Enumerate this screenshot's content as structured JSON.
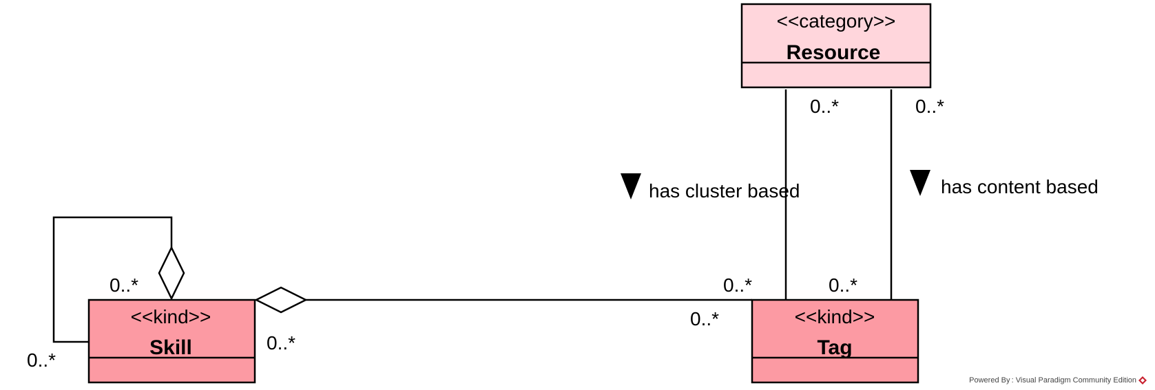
{
  "classes": {
    "resource": {
      "stereotype": "<<category>>",
      "name": "Resource",
      "fill": "#ffd6dc"
    },
    "skill": {
      "stereotype": "<<kind>>",
      "name": "Skill",
      "fill": "#fc9aa3"
    },
    "tag": {
      "stereotype": "<<kind>>",
      "name": "Tag",
      "fill": "#fc9aa3"
    }
  },
  "associations": {
    "cluster_based": {
      "name": "has cluster based",
      "direction_icon": "triangle-down-icon"
    },
    "content_based": {
      "name": "has content based",
      "direction_icon": "triangle-down-icon"
    }
  },
  "multiplicities": {
    "resource_cluster": "0..*",
    "resource_content": "0..*",
    "skill_self_top": "0..*",
    "skill_self_left": "0..*",
    "skill_right": "0..*",
    "tag_left_top": "0..*",
    "tag_left_bottom": "0..*",
    "tag_top": "0..*"
  },
  "footer": {
    "powered_by": "Powered By :",
    "product": "Visual Paradigm Community Edition",
    "logo_icon": "visual-paradigm-logo-icon",
    "logo_color": "#c8202e"
  }
}
